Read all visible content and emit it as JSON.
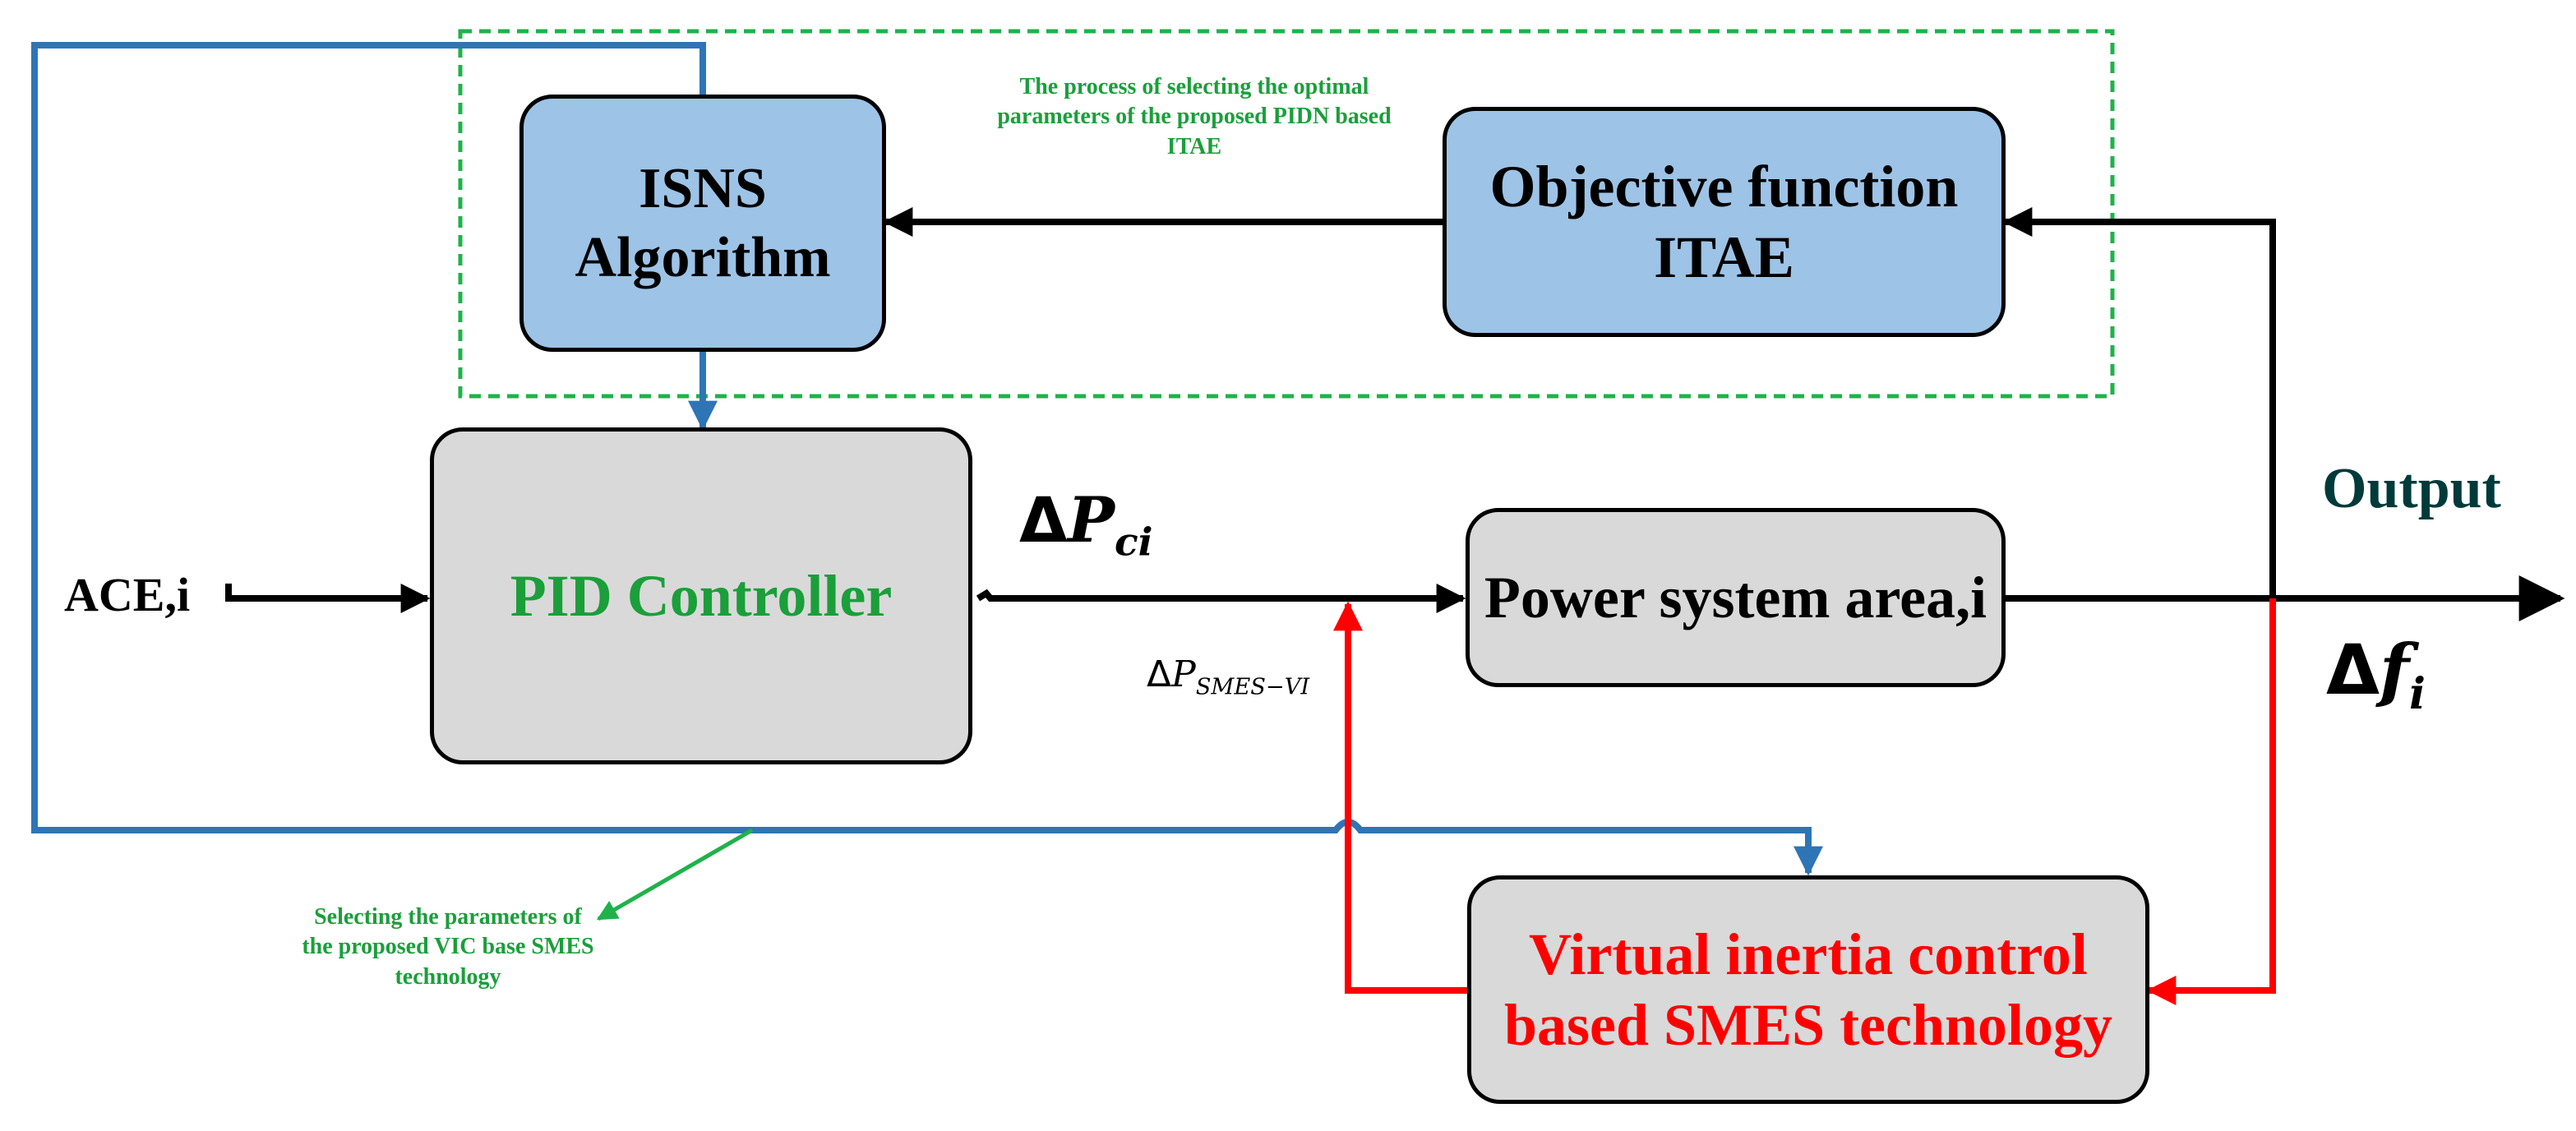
{
  "blocks": {
    "isns": {
      "line1": "ISNS",
      "line2": "Algorithm"
    },
    "objective": {
      "line1": "Objective function",
      "line2": "ITAE"
    },
    "pid": {
      "label": "PID Controller"
    },
    "power": {
      "label": "Power system area,i"
    },
    "vic": {
      "line1": "Virtual inertia control",
      "line2": "based SMES technology"
    }
  },
  "signals": {
    "input": "ACE,i",
    "output": "Output",
    "delta_pc": {
      "delta": "Δ",
      "var": "P",
      "sub": "ci"
    },
    "delta_psmes": {
      "delta": "Δ",
      "var": "P",
      "sub": "SMES−VI"
    },
    "delta_f": {
      "delta": "Δ",
      "var": "f",
      "sub": "i"
    }
  },
  "notes": {
    "optimal_process": "The process of selecting the optimal parameters of the proposed PIDN based ITAE",
    "vic_params": "Selecting the parameters of the proposed VIC base SMES technology"
  },
  "colors": {
    "black_line": "#000000",
    "blue_line": "#2e75b6",
    "red_line": "#ff0000",
    "green_dashed": "#1fb24a",
    "green_text": "#1a9f3a",
    "red_text": "#ff0000",
    "output_text": "#003a3a",
    "block_blue": "#9dc3e6",
    "block_gray": "#d9d9d9"
  }
}
